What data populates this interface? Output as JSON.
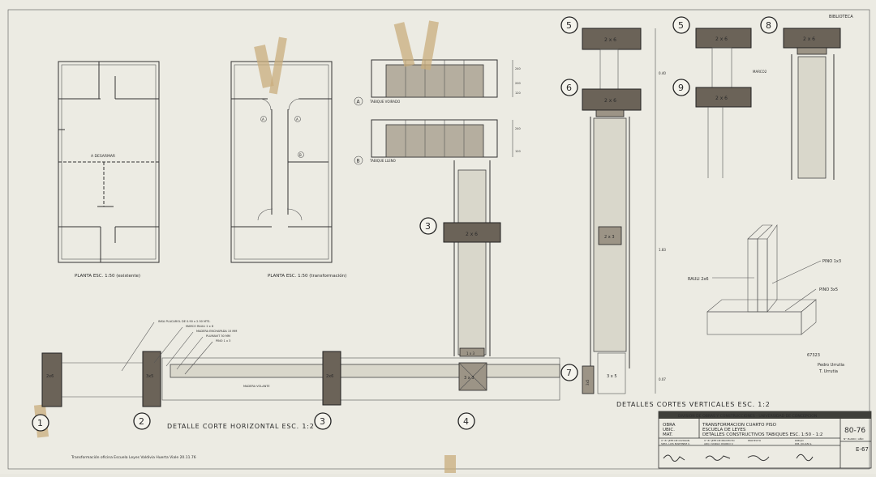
{
  "stamp": "BIBLIOTECA",
  "plans": {
    "existing": {
      "title": "PLANTA   ESC. 1:50   (existente)",
      "note": "A DESARMAR"
    },
    "transformed": {
      "title": "PLANTA   ESC. 1:50   (transformación)",
      "marks": [
        "A",
        "A",
        "B"
      ]
    }
  },
  "partitions": {
    "a": {
      "marker": "A",
      "label": "TABIQUE VOIRADO"
    },
    "b": {
      "marker": "B",
      "label": "TABIQUE LLENO"
    },
    "dims": [
      "240",
      "200",
      "120",
      "240",
      "120"
    ]
  },
  "vertical": {
    "title": "DETALLES  CORTES  VERTICALES    ESC. 1:2",
    "dims": [
      "0.40",
      "1.83",
      "0.07"
    ],
    "small_label": "MARCO2",
    "markers": [
      "5",
      "6",
      "5",
      "9",
      "8",
      "7",
      "3"
    ],
    "wood_labels": {
      "five": "2 x 6",
      "six": "2 x 6",
      "five_b": "2 x 6",
      "nine": "2 x 6",
      "eight": "2 x 6",
      "three": "2 x 6",
      "block": "2 x 3",
      "base": "3 x 5",
      "small": "1 x 3",
      "sill": "3x5"
    }
  },
  "horizontal": {
    "title": "DETALLE   CORTE  HORIZONTAL  ESC. 1:2",
    "markers": [
      "1",
      "2",
      "3",
      "4"
    ],
    "callouts": [
      "INSA PLACAROL DE 0.90 x 2.50 MTS.",
      "MARCO RAULI  2 x 6",
      "MADERA ENCHAPADA  15 MM",
      "PLUMAVIT  30 MM",
      "PINO  1 x 3"
    ],
    "labels": [
      "2x6",
      "3x5",
      "2x6",
      "3 x 3"
    ],
    "inner": "MADERA VOLANTE"
  },
  "iso": {
    "labels": [
      "RAULI  2x6",
      "PINO  1x3",
      "PINO  3x5"
    ]
  },
  "pencil": [
    "67323",
    "Pedro Urrutia",
    "T. Urrutia"
  ],
  "bottom_pencil": "Transformación oficina Escuela Leyes Valdivia Huerta Viale 20.11.76",
  "title_block": {
    "header": "DIVISION DE OBRAS Y CONSTRUCCIONES - UNIVERSIDAD DE CONCEPCION",
    "rows": [
      {
        "key": "OBRA",
        "value": "TRANSFORMACION  CUARTO PISO"
      },
      {
        "key": "UBIC.",
        "value": "ESCUELA DE LEYES"
      },
      {
        "key": "MAT.",
        "value": "DETALLES CONSTRUCTIVOS TABIQUES   ESC. 1:50 - 1:2"
      }
    ],
    "code": "80-76",
    "code_caption": "N° PLANO / AÑO",
    "roles": [
      "V° B° JEFE DE DIVISION",
      "V° B° JEFE DE PROYECTO",
      "PROYECTO",
      "DIBUJO"
    ],
    "names": [
      "SRTA. LUIS MARTINEZ C.",
      "ARQ. DANILO OSORIO V.",
      "",
      "DIB. JULIAN G."
    ],
    "sheet": "E-67"
  }
}
